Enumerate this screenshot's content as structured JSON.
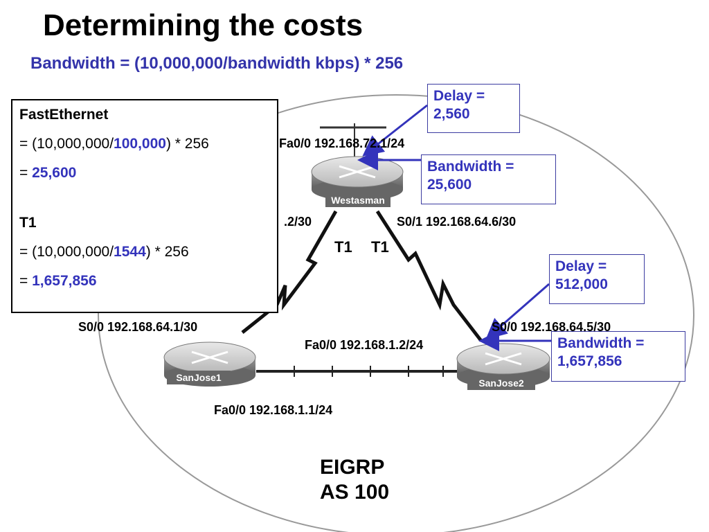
{
  "title": "Determining the costs",
  "formula": "Bandwidth = (10,000,000/bandwidth kbps) * 256",
  "calc_box": {
    "fe_heading": "FastEthernet",
    "fe_line1_pre": "= (10,000,000/",
    "fe_line1_val": "100,000",
    "fe_line1_post": ") * 256",
    "fe_line2_pre": "= ",
    "fe_line2_val": "25,600",
    "t1_heading": "T1",
    "t1_line1_pre": "= (10,000,000/",
    "t1_line1_val": "1544",
    "t1_line1_post": ") * 256",
    "t1_line2_pre": "= ",
    "t1_line2_val": "1,657,856"
  },
  "callouts": {
    "delay_top": [
      "Delay =",
      "2,560"
    ],
    "bw_top": [
      "Bandwidth =",
      "25,600"
    ],
    "delay_right": [
      "Delay =",
      "512,000"
    ],
    "bw_right": [
      "Bandwidth =",
      "1,657,856"
    ]
  },
  "routers": {
    "westasman": "Westasman",
    "sanjose1": "SanJose1",
    "sanjose2": "SanJose2"
  },
  "interfaces": {
    "west_fa0": "Fa0/0 192.168.72.1/24",
    "west_s00_partial": ".2/30",
    "west_s01": "S0/1 192.168.64.6/30",
    "sj1_s00": "S0/0 192.168.64.1/30",
    "sj2_s00": "S0/0 192.168.64.5/30",
    "sj2_fa0": "Fa0/0 192.168.1.2/24",
    "sj1_fa0": "Fa0/0 192.168.1.1/24"
  },
  "links": {
    "t1_left": "T1",
    "t1_right": "T1"
  },
  "eigrp": [
    "EIGRP",
    "AS 100"
  ],
  "colors": {
    "accent": "#3333bb",
    "router_label": "#666666"
  }
}
